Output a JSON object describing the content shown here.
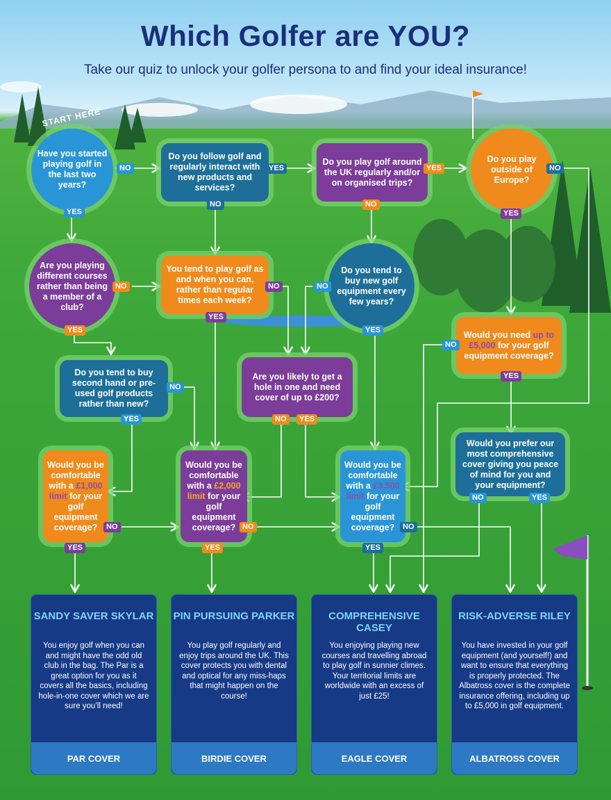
{
  "header": {
    "title": "Which Golfer are YOU?",
    "subtitle": "Take our quiz to unlock your golfer persona to and find your ideal insurance!"
  },
  "start_label": "START HERE",
  "questions": {
    "q1": "Have you started playing golf in the last two years?",
    "q2": "Do you follow golf and regularly interact with new products and services?",
    "q3": "Do you play golf around the UK regularly and/or on organised trips?",
    "q4": "Do you play outside of Europe?",
    "q5": "Are you playing different courses rather than being a member of a club?",
    "q6": "You tend to play golf as and when you can, rather than regular times each week?",
    "q7": "Do you tend to buy new golf equipment every few years?",
    "q8_pre": "Would you need ",
    "q8_hl": "up to £5,000",
    "q8_post": " for your golf equipment coverage?",
    "q9": "Do you tend to buy second hand or pre-used golf products rather than new?",
    "q10": "Are you likely to get a hole in one and need cover of up to £200?",
    "q11": "Would you prefer our most comprehensive cover giving you peace of mind for you and your equipment?",
    "q12_pre": "Would you be comfortable with a ",
    "q12_hl": "£1,000 limit",
    "q12_post": " for your golf equipment coverage?",
    "q13_pre": "Would you be comfortable with a ",
    "q13_hl": "£2,000 limit",
    "q13_post": " for your golf equipment coverage?",
    "q14_pre": "Would you be comfortable with a ",
    "q14_hl": "£3,500 limit",
    "q14_post": " for your golf equipment coverage?"
  },
  "labels": {
    "yes": "YES",
    "no": "NO"
  },
  "results": [
    {
      "name": "SANDY SAVER SKYLAR",
      "desc": "You enjoy golf when you can and might have the odd old club in the bag. The Par is a great option for you as it covers all the basics, including hole-in-one cover which we are sure you’ll need!",
      "cover": "PAR COVER"
    },
    {
      "name": "PIN PURSUING PARKER",
      "desc": "You play golf regularly and enjoy trips around the UK. This cover protects you with dental and optical for any miss-haps that might happen on the course!",
      "cover": "BIRDIE COVER"
    },
    {
      "name": "COMPREHENSIVE CASEY",
      "desc": "You enjoying playing new courses and travelling abroad to play golf in sunnier climes. Your territorial limits are worldwide with an excess of just £25!",
      "cover": "EAGLE COVER"
    },
    {
      "name": "RISK-ADVERSE RILEY",
      "desc": "You have invested in your golf equipment (and yourself!) and want to ensure that everything is properly protected. The Albatross cover is the complete insurance offering, including up to £5,000 in golf equipment.",
      "cover": "ALBATROSS COVER"
    }
  ],
  "colors": {
    "blue": "#2a95d6",
    "teal": "#1d6f99",
    "purple": "#7b3d99",
    "orange": "#f08a1c",
    "navy": "#163a86",
    "title": "#1b2f7a",
    "grass": "#3fa83a"
  }
}
